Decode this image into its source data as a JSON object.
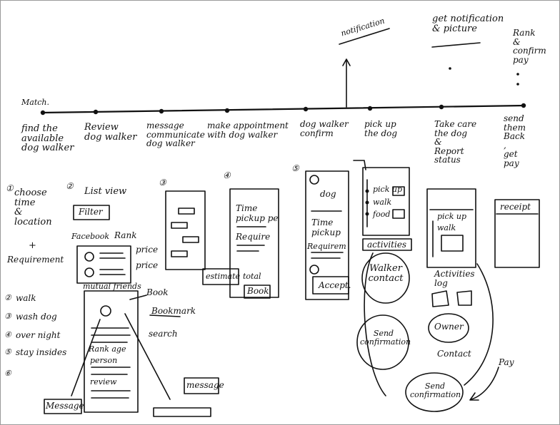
{
  "timeline": {
    "start": "Match.",
    "stages": [
      "find the\navailable\ndog walker",
      "Review\ndog walker",
      "message\ncommunicate\ndog walker",
      "make appointment\nwith dog walker",
      "dog walker\nconfirm",
      "pick up\nthe dog",
      "Take care\nthe dog\n&\nReport\nstatus",
      "send\nthem\nBack\n,\nget\npay"
    ]
  },
  "top_notes": {
    "notification": "notification",
    "get_notification": "get notification\n& picture",
    "rank": "Rank\n&\nconfirm\npay"
  },
  "steps": {
    "n1": "①",
    "n2": "②",
    "n3": "③",
    "n4": "④",
    "n5": "⑤",
    "choose": "choose\ntime\n&\nlocation",
    "plus": "+",
    "requirement": "Requirement"
  },
  "services": {
    "n2": "②",
    "walk": "walk",
    "n3": "③",
    "wash": "wash dog",
    "n4": "④",
    "overnight": "over night",
    "n5": "⑤",
    "stay": "stay insides",
    "n6": "⑥"
  },
  "list_screen": {
    "title": "List view",
    "filter": "Filter",
    "facebook": "Facebook",
    "rank": "Rank",
    "price1": "price",
    "price2": "price",
    "mutual": "mutual friends"
  },
  "profile_screen": {
    "book": "Book",
    "bookmark": "Bookmark",
    "search": "search",
    "rank_age": "Rank age",
    "person": "person",
    "review": "review",
    "message_left": "Message",
    "message_right": "message"
  },
  "appointment_screen": {
    "time": "Time",
    "pickup": "pickup pe",
    "require": "Require",
    "estimate": "estimate",
    "total": "total",
    "book": "Book"
  },
  "confirm_screen": {
    "dog": "dog",
    "time": "Time",
    "pickup": "pickup",
    "requirement": "Requirem",
    "accept": "Accept."
  },
  "pickup_screen": {
    "pickup": "pick up",
    "walk": "walk",
    "food": "food",
    "activities": "activities",
    "walker_contact": "Walker\ncontact",
    "send_confirmation": "Send\nconfirmation"
  },
  "care_screen": {
    "pickup": "pick up",
    "walk": "walk",
    "activities_log": "Activities\nlog",
    "owner": "Owner",
    "contact": "Contact",
    "pay": "Pay",
    "send_confirmation": "Send\nconfirmation"
  },
  "receipt_screen": {
    "receipt": "receipt"
  }
}
